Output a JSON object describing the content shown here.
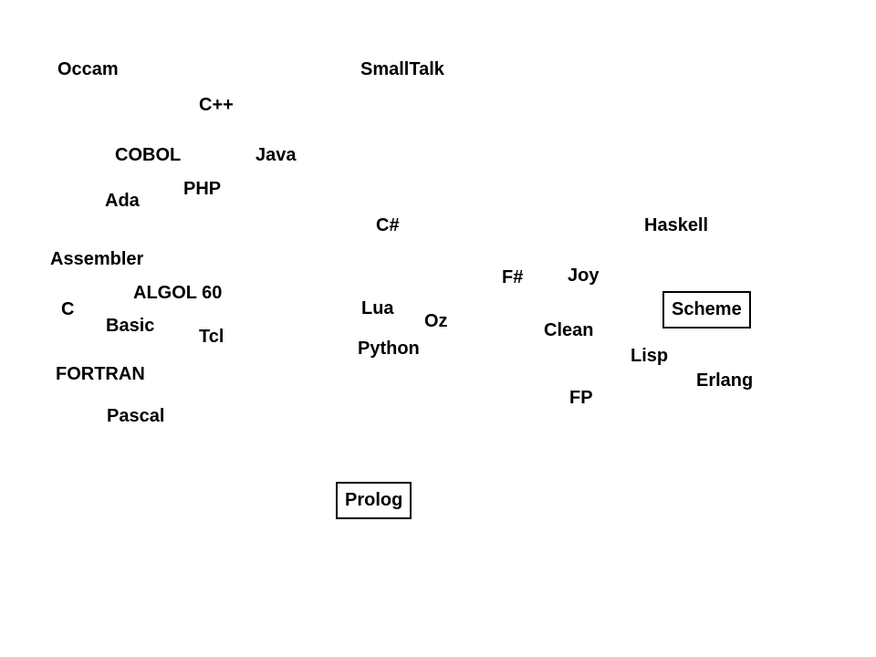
{
  "languages": {
    "occam": "Occam",
    "smalltalk": "SmallTalk",
    "cpp": "C++",
    "cobol": "COBOL",
    "java": "Java",
    "php": "PHP",
    "ada": "Ada",
    "csharp": "C#",
    "haskell": "Haskell",
    "assembler": "Assembler",
    "fsharp": "F#",
    "joy": "Joy",
    "algol60": "ALGOL 60",
    "c": "C",
    "lua": "Lua",
    "scheme": "Scheme",
    "oz": "Oz",
    "basic": "Basic",
    "clean": "Clean",
    "tcl": "Tcl",
    "python": "Python",
    "lisp": "Lisp",
    "fortran": "FORTRAN",
    "erlang": "Erlang",
    "fp": "FP",
    "pascal": "Pascal",
    "prolog": "Prolog"
  }
}
